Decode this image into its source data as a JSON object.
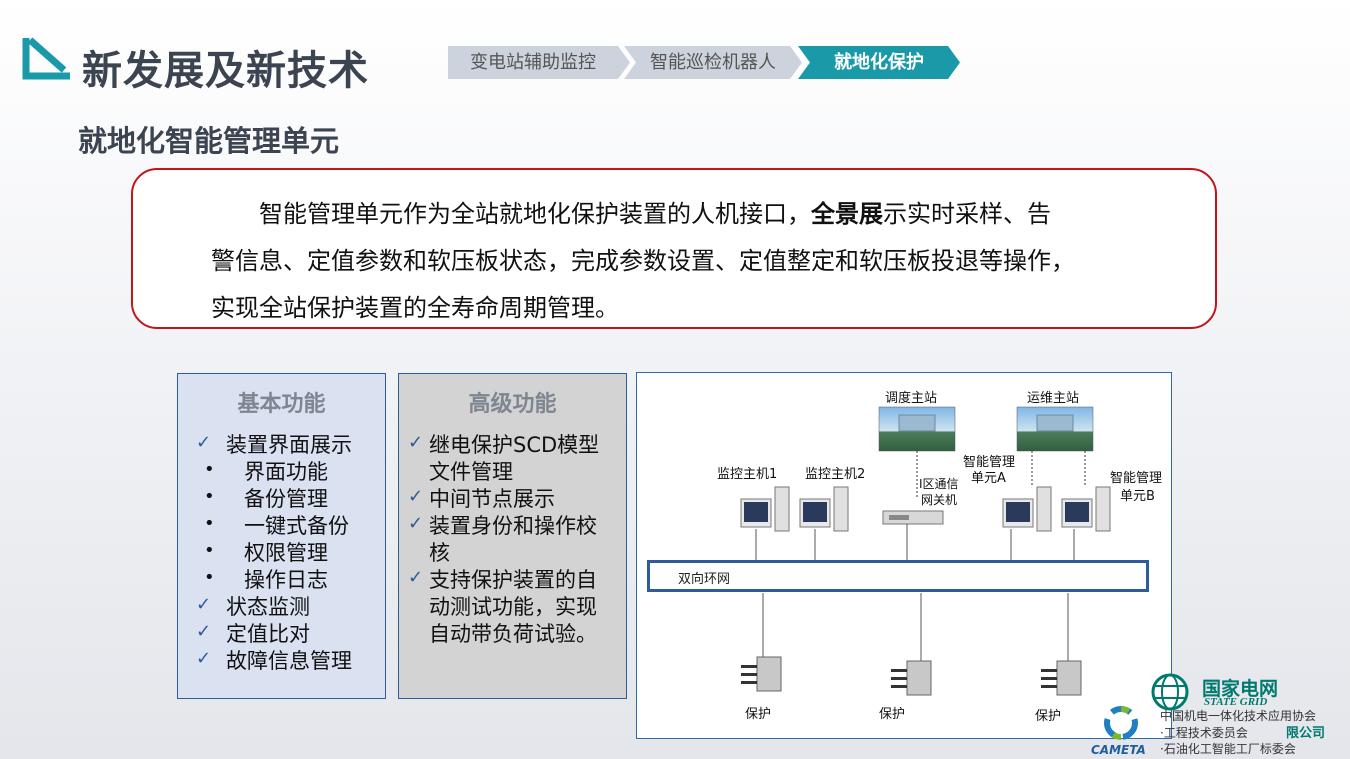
{
  "header": {
    "title": "新发展及新技术",
    "breadcrumb": [
      "变电站辅助监控",
      "智能巡检机器人",
      "就地化保护"
    ],
    "active_index": 2,
    "accent_color": "#1a9aa8"
  },
  "subtitle": "就地化智能管理单元",
  "intro": {
    "line1_a": "智能管理单元作为全站就地化保护装置的人机接口，",
    "line1_b": "全景展",
    "line1_c": "示实时采样、告",
    "line2": "警信息、定值参数和软压板状态，完成参数设置、定值整定和软压板投退等操作，",
    "line3": "实现全站保护装置的全寿命周期管理。",
    "border_color": "#c2141b"
  },
  "basic": {
    "title": "基本功能",
    "items": [
      {
        "mark": "check",
        "text": "装置界面展示"
      },
      {
        "mark": "dot",
        "text": "界面功能"
      },
      {
        "mark": "dot",
        "text": "备份管理"
      },
      {
        "mark": "dot",
        "text": "一键式备份"
      },
      {
        "mark": "dot",
        "text": "权限管理"
      },
      {
        "mark": "dot",
        "text": "操作日志"
      },
      {
        "mark": "check",
        "text": "状态监测"
      },
      {
        "mark": "check",
        "text": "定值比对"
      },
      {
        "mark": "check",
        "text": "故障信息管理"
      }
    ]
  },
  "advanced": {
    "title": "高级功能",
    "lines": [
      {
        "mark": "check",
        "text": "继电保护SCD模型"
      },
      {
        "mark": "",
        "text": "文件管理"
      },
      {
        "mark": "check",
        "text": "中间节点展示"
      },
      {
        "mark": "check",
        "text": "装置身份和操作校"
      },
      {
        "mark": "",
        "text": "核"
      },
      {
        "mark": "check",
        "text": "支持保护装置的自"
      },
      {
        "mark": "",
        "text": "动测试功能，实现"
      },
      {
        "mark": "",
        "text": "自动带负荷试验。"
      }
    ]
  },
  "diagram": {
    "station_dispatch": "调度主站",
    "station_ops": "运维主站",
    "host1": "监控主机1",
    "host2": "监控主机2",
    "gateway_l1": "I区通信",
    "gateway_l2": "网关机",
    "unit_a_l1": "智能管理",
    "unit_a_l2": "单元A",
    "unit_b_l1": "智能管理",
    "unit_b_l2": "单元B",
    "ring": "双向环网",
    "protection": [
      "保护",
      "保护",
      "保护"
    ]
  },
  "footer": {
    "sg_cn": "国家电网",
    "sg_en": "STATE GRID",
    "org1": "中国机电一体化技术应用协会",
    "org2": "·工程技术委员会",
    "org3": "·石油化工智能工厂标委会",
    "cameta": "CAMETA",
    "company_fragment": "限公司",
    "sg_color": "#007a6e"
  }
}
